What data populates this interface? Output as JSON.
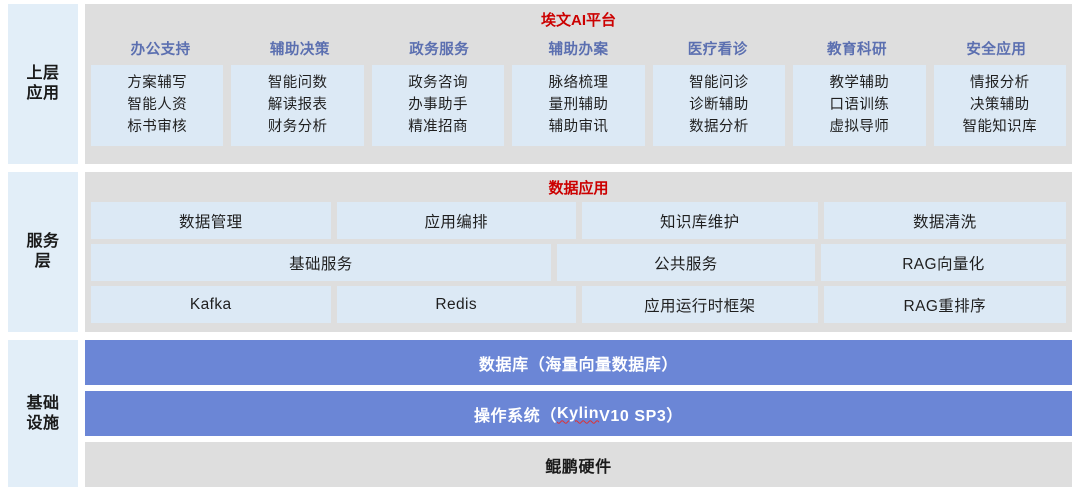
{
  "layers": {
    "top": {
      "label_lines": [
        "上层",
        "应用"
      ],
      "title": "埃文AI平台",
      "title_color": "#CC0000",
      "columns": [
        {
          "header": "办公支持",
          "items": [
            "方案辅写",
            "智能人资",
            "标书审核"
          ]
        },
        {
          "header": "辅助决策",
          "items": [
            "智能问数",
            "解读报表",
            "财务分析"
          ]
        },
        {
          "header": "政务服务",
          "items": [
            "政务咨询",
            "办事助手",
            "精准招商"
          ]
        },
        {
          "header": "辅助办案",
          "items": [
            "脉络梳理",
            "量刑辅助",
            "辅助审讯"
          ]
        },
        {
          "header": "医疗看诊",
          "items": [
            "智能问诊",
            "诊断辅助",
            "数据分析"
          ]
        },
        {
          "header": "教育科研",
          "items": [
            "教学辅助",
            "口语训练",
            "虚拟导师"
          ]
        },
        {
          "header": "安全应用",
          "items": [
            "情报分析",
            "决策辅助",
            "智能知识库"
          ]
        }
      ]
    },
    "service": {
      "label_lines": [
        "服务",
        "层"
      ],
      "title": "数据应用",
      "title_color": "#CC0000",
      "rows": [
        [
          {
            "label": "数据管理",
            "flex": 240
          },
          {
            "label": "应用编排",
            "flex": 240
          },
          {
            "label": "知识库维护",
            "flex": 236
          },
          {
            "label": "数据清洗",
            "flex": 243
          }
        ],
        [
          {
            "label": "基础服务",
            "flex": 456
          },
          {
            "label": "公共服务",
            "flex": 256
          },
          {
            "label": "RAG向量化",
            "flex": 243
          }
        ],
        [
          {
            "label": "Kafka",
            "flex": 240
          },
          {
            "label": "Redis",
            "flex": 240
          },
          {
            "label": "应用运行时框架",
            "flex": 236
          },
          {
            "label": "RAG重排序",
            "flex": 243
          }
        ]
      ]
    },
    "infra": {
      "label_lines": [
        "基础",
        "设施"
      ],
      "bars": [
        {
          "text": "数据库（海量向量数据库）",
          "style": "blue",
          "misspelled": ""
        },
        {
          "text": "操作系统（Kylin V10 SP3）",
          "style": "blue",
          "misspelled": "Kylin"
        },
        {
          "text": "鲲鹏硬件",
          "style": "grey",
          "misspelled": ""
        }
      ]
    }
  },
  "colors": {
    "panel_bg": "#DEDEDE",
    "card_bg": "#DCE9F5",
    "label_bg": "#E2EEF8",
    "header_blue": "#5B6FB0",
    "bar_blue": "#6B86D6",
    "title_red": "#CC0000"
  }
}
